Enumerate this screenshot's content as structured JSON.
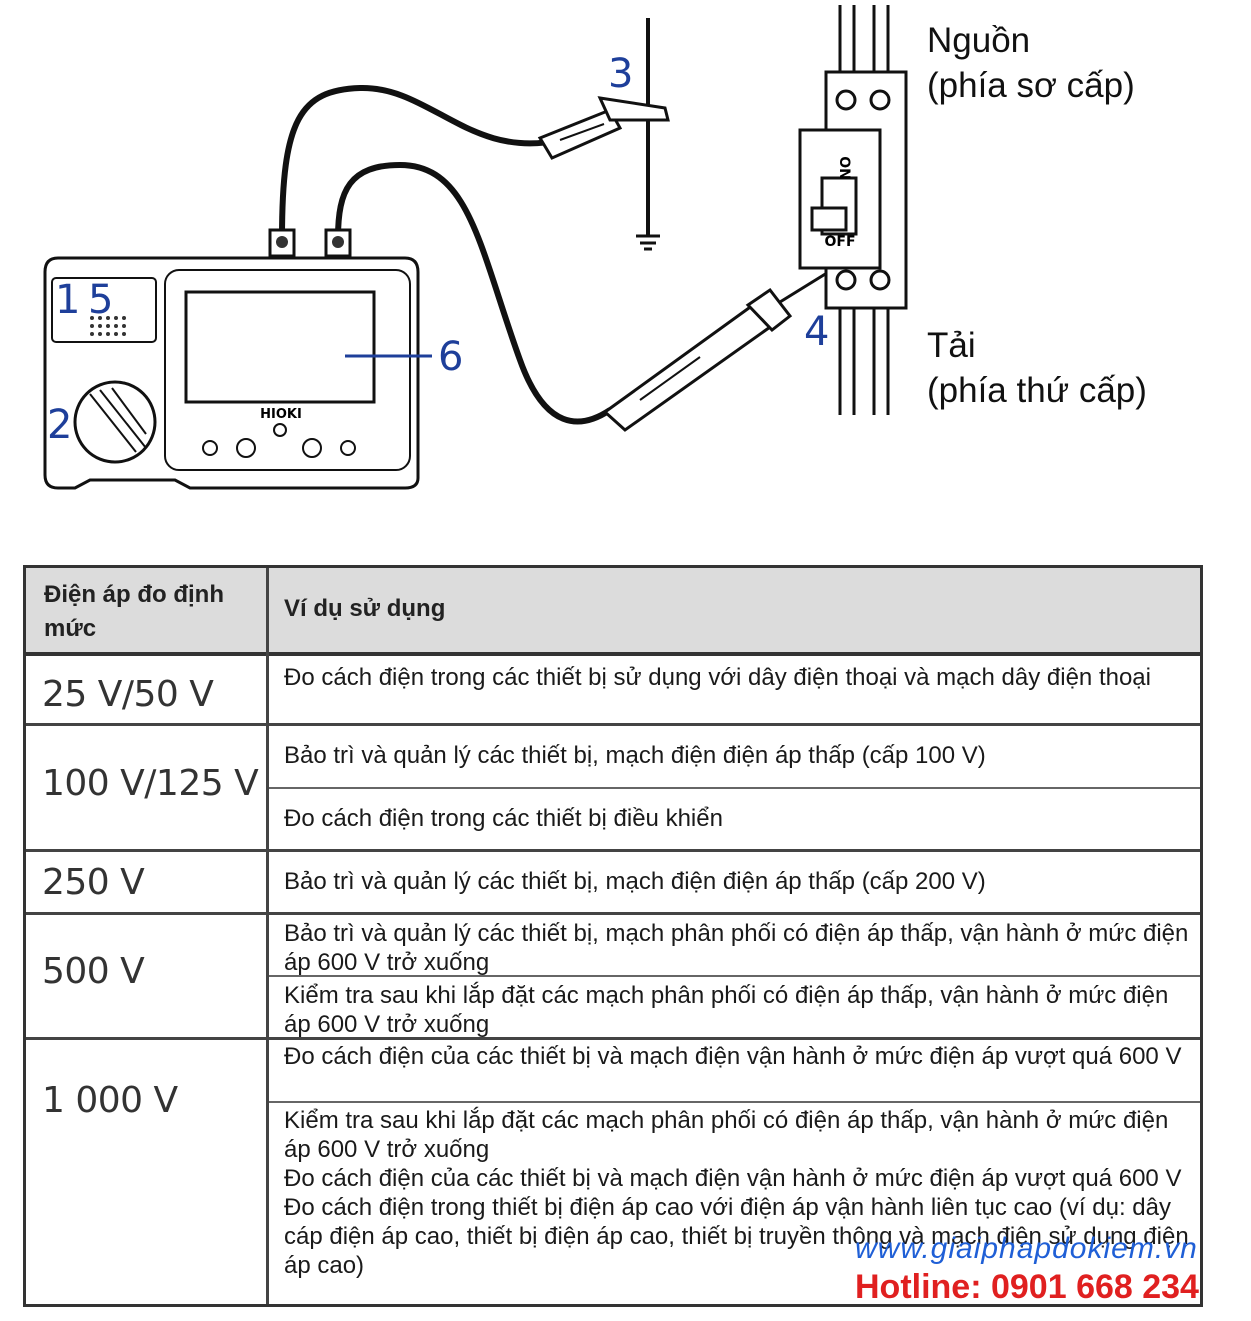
{
  "diagram": {
    "callouts": [
      "1",
      "5",
      "2",
      "3",
      "4",
      "6"
    ],
    "device_brand": "HIOKI",
    "breaker": {
      "on_label": "ON",
      "off_label": "OFF"
    },
    "source_label": [
      "Nguồn",
      "(phía sơ cấp)"
    ],
    "load_label": [
      "Tải",
      "(phía thứ cấp)"
    ]
  },
  "table": {
    "headers": [
      "Điện áp đo định mức",
      "Ví dụ sử dụng"
    ],
    "rows": [
      {
        "voltage": "25 V/50 V",
        "uses": [
          "Đo cách điện trong các thiết bị sử dụng với dây điện thoại và mạch dây điện thoại"
        ]
      },
      {
        "voltage": "100 V/125 V",
        "uses": [
          "Bảo trì và quản lý các thiết bị, mạch điện điện áp thấp (cấp 100 V)",
          "Đo cách điện trong các thiết bị điều khiển"
        ]
      },
      {
        "voltage": "250 V",
        "uses": [
          "Bảo trì và quản lý các thiết bị, mạch điện điện áp thấp (cấp 200 V)"
        ]
      },
      {
        "voltage": "500 V",
        "uses": [
          "Bảo trì và quản lý các thiết bị, mạch phân phối có điện áp thấp, vận hành ở mức điện áp 600 V trở xuống",
          "Kiểm tra sau khi lắp đặt các mạch phân phối có điện áp thấp, vận hành ở mức điện áp 600 V trở xuống"
        ]
      },
      {
        "voltage": "1 000 V",
        "uses": [
          "Đo cách điện của các thiết bị và mạch điện vận hành ở mức điện áp vượt quá 600 V",
          "Kiểm tra sau khi lắp đặt các mạch phân phối có điện áp thấp, vận hành ở mức điện áp 600 V trở xuống\nĐo cách điện của các thiết bị và mạch điện vận hành ở mức điện áp vượt quá 600 V\nĐo cách điện trong thiết bị điện áp cao với điện áp vận hành liên tục cao (ví dụ: dây cáp điện áp cao, thiết bị điện áp cao, thiết bị truyền thông và mạch điện sử dụng điện áp cao)"
        ]
      }
    ]
  },
  "watermark": {
    "url": "www.giaiphapdokiem.vn",
    "hotline": "Hotline: 0901 668 234"
  }
}
